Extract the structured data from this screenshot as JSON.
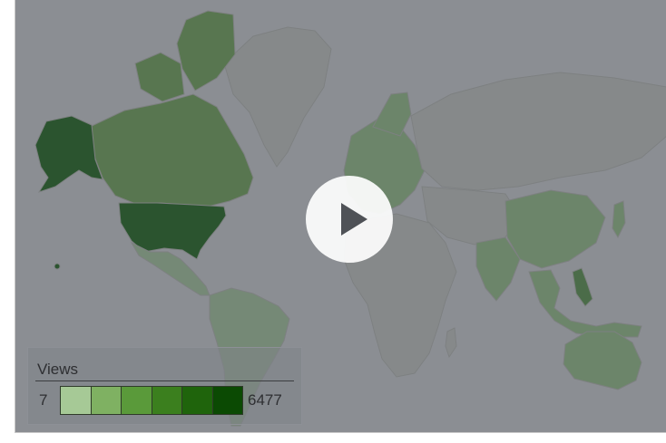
{
  "video": {
    "play_icon": "play-icon"
  },
  "map": {
    "ocean_color": "#d4d4d4",
    "land_color": "#c9c9c1",
    "country_shades": {
      "usa": "#0b5a04",
      "alaska": "#0b5a04",
      "canada": "#6aa248",
      "greenland": "#c9c9c1",
      "russia": "#c9c9c1",
      "china": "#93c07d",
      "philippines": "#4e8d3a",
      "australia": "#93c07d",
      "india": "#93c07d",
      "europe": "#93c07d",
      "mexico": "#a6c996",
      "south_america": "#a6c996",
      "africa": "#c9c9c1"
    }
  },
  "legend": {
    "title": "Views",
    "min": "7",
    "max": "6477",
    "colors": [
      "#a6c996",
      "#7fb162",
      "#5a9a3a",
      "#3b7f1e",
      "#1f640c",
      "#0b4a03"
    ]
  }
}
